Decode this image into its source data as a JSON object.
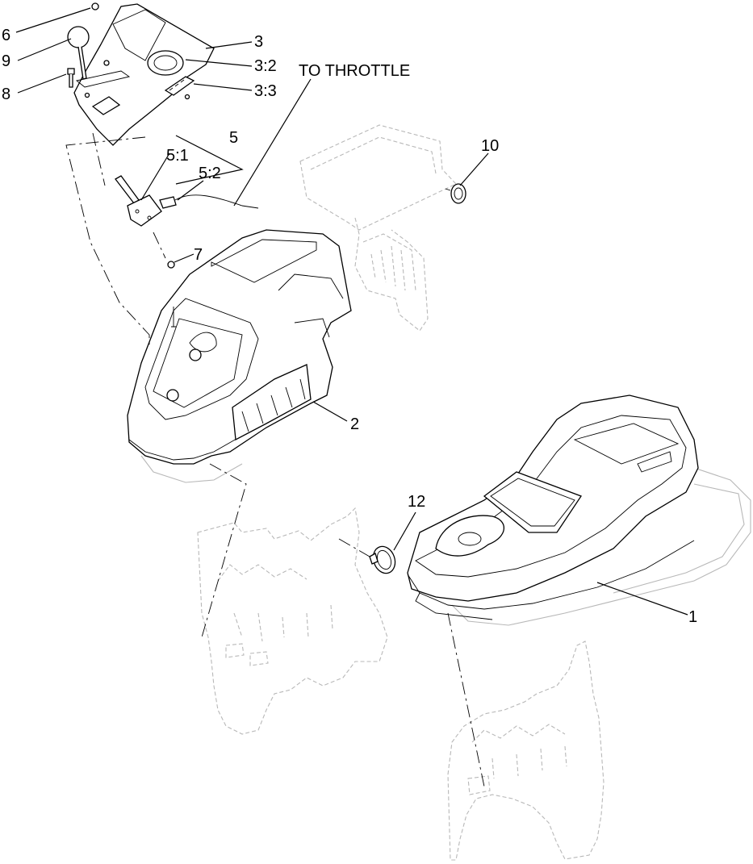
{
  "diagram": {
    "callouts": [
      {
        "id": "6",
        "text": "6"
      },
      {
        "id": "9",
        "text": "9"
      },
      {
        "id": "8",
        "text": "8"
      },
      {
        "id": "3",
        "text": "3"
      },
      {
        "id": "3_2",
        "text": "3:2"
      },
      {
        "id": "3_3",
        "text": "3:3"
      },
      {
        "id": "throttle",
        "text": "TO THROTTLE"
      },
      {
        "id": "5",
        "text": "5"
      },
      {
        "id": "5_1",
        "text": "5:1"
      },
      {
        "id": "5_2",
        "text": "5:2"
      },
      {
        "id": "10",
        "text": "10"
      },
      {
        "id": "7",
        "text": "7"
      },
      {
        "id": "2",
        "text": "2"
      },
      {
        "id": "12",
        "text": "12"
      },
      {
        "id": "1",
        "text": "1"
      }
    ]
  }
}
